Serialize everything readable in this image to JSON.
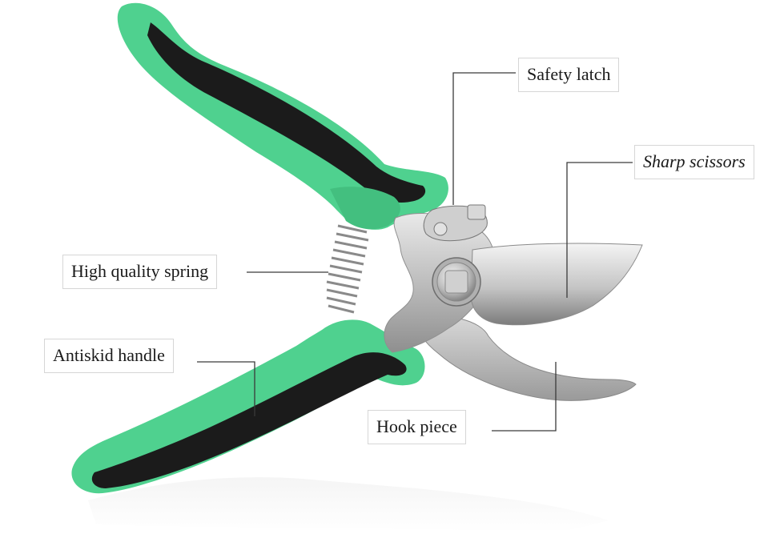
{
  "callouts": {
    "safety_latch": "Safety latch",
    "sharp_scissors": "Sharp scissors",
    "spring": "High quality spring",
    "handle": "Antiskid handle",
    "hook": "Hook piece"
  },
  "colors": {
    "handle_green": "#4fd18f",
    "handle_black": "#1b1b1b",
    "steel": "#c9c9c9",
    "background": "#ffffff"
  }
}
